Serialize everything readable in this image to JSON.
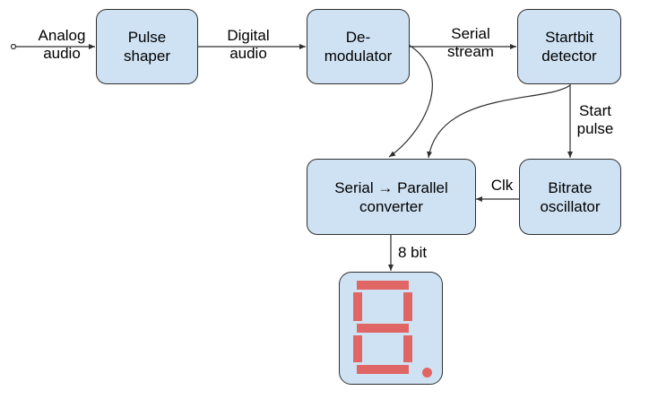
{
  "blocks": {
    "pulse_shaper": "Pulse\nshaper",
    "demodulator": "De-\nmodulator",
    "startbit_detector": "Startbit\ndetector",
    "converter": "Serial → Parallel\nconverter",
    "bitrate_oscillator": "Bitrate\noscillator"
  },
  "edge_labels": {
    "analog_audio": "Analog\naudio",
    "digital_audio": "Digital\naudio",
    "serial_stream": "Serial\nstream",
    "start_pulse": "Start\npulse",
    "clk": "Clk",
    "eight_bit": "8 bit"
  },
  "colors": {
    "box_fill": "#cfe2f3",
    "box_stroke": "#2f2f2f",
    "segment": "#e06666",
    "arrow": "#2f2f2f"
  },
  "display": {
    "type": "seven-segment",
    "lit_segments": [
      "a",
      "b",
      "c",
      "d",
      "e",
      "f",
      "g",
      "dp"
    ]
  }
}
